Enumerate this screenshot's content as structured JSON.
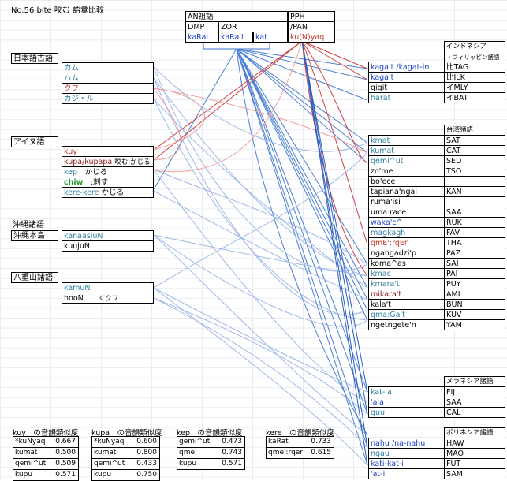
{
  "title": "No.56 bite 咬む 語彙比較",
  "an": {
    "header": "AN祖語",
    "dmp": "DMP",
    "zor": "ZOR",
    "pph": "PPH",
    "pan": "/PAN",
    "words": [
      "kaRat",
      "kaRa't",
      "kat",
      "ku(N)yaq"
    ]
  },
  "groups": [
    {
      "label": "日本語古語",
      "words": [
        "カム",
        "ハム",
        "クフ",
        "カジ・ル"
      ]
    },
    {
      "label": "アイヌ語",
      "words": [
        "kuy",
        "kupa/kupapa",
        "kep",
        "chiw",
        "kere-kere"
      ],
      "notes": [
        "",
        "咬む;かじる",
        "かじる",
        ":刺す",
        "かじる"
      ]
    },
    {
      "label": "沖縄諸語",
      "sub": "沖縄本島",
      "words": [
        "kanaasjuN",
        "kuujuN"
      ]
    },
    {
      "label": "八重山諸語",
      "words": [
        "kamuN",
        "hooN"
      ],
      "notes": [
        "",
        "くクフ"
      ]
    }
  ],
  "right_groups": [
    {
      "label": "インドネシア\n・フィリッピン諸語",
      "label1": "インドネシア",
      "label2": "・フィリッピン諸語",
      "rows": [
        [
          "kaga't /kagat-in",
          "比TAG"
        ],
        [
          "kaga't",
          "比ILK"
        ],
        [
          "gigit",
          "イMLY"
        ],
        [
          "harat",
          "イBAT"
        ]
      ]
    },
    {
      "label": "台湾諸語",
      "rows": [
        [
          "kmat",
          "SAT"
        ],
        [
          "kumat",
          "CAT"
        ],
        [
          "qemi^ut",
          "SED"
        ],
        [
          "zo'me",
          "TSO"
        ],
        [
          "bo'ece",
          ""
        ],
        [
          "tapiana'ngai",
          "KAN"
        ],
        [
          "ruma'isi",
          ""
        ],
        [
          "uma:race",
          "SAA"
        ],
        [
          "waka'c^",
          "RUK"
        ],
        [
          "magkagh",
          "FAV"
        ],
        [
          "qmE':rqEr",
          "THA"
        ],
        [
          "ngangadzi'p",
          "PAZ"
        ],
        [
          "koma^as",
          "SAI"
        ],
        [
          "kmac",
          "PAI"
        ],
        [
          "kmara't",
          "PUY"
        ],
        [
          "mikara't",
          "AMI"
        ],
        [
          "kala't",
          "BUN"
        ],
        [
          "qma:Ga't",
          "KUV"
        ],
        [
          "ngetngete'n",
          "YAM"
        ]
      ]
    },
    {
      "label": "メラネシア諸語",
      "rows": [
        [
          "kat-ia",
          "FIJ"
        ],
        [
          "'ala",
          "SAA"
        ],
        [
          "guu",
          "CAL"
        ]
      ]
    },
    {
      "label": "ポリネシア諸語",
      "rows": [
        [
          "nahu /na-nahu",
          "HAW"
        ],
        [
          "ngau",
          "MAO"
        ],
        [
          "kati-kat-i",
          "FUT"
        ],
        [
          "'at-i",
          "SAM"
        ]
      ]
    }
  ],
  "similarity": [
    {
      "title": "kuy　の音韻類似度",
      "rows": [
        [
          "*kuNyaq",
          "0.667"
        ],
        [
          "kumat",
          "0.500"
        ],
        [
          "qemi^ut",
          "0.509"
        ],
        [
          "kupu",
          "0.571"
        ]
      ]
    },
    {
      "title": "kupa　の音韻類似度",
      "rows": [
        [
          "*kuNyaq",
          "0.600"
        ],
        [
          "kumat",
          "0.800"
        ],
        [
          "qemi^ut",
          "0.433"
        ],
        [
          "kupu",
          "0.750"
        ]
      ]
    },
    {
      "title": "kep　の音韻類似度",
      "rows": [
        [
          "gemi^ut",
          "0.473"
        ],
        [
          "qme'",
          "0.743"
        ],
        [
          "kupu",
          "0.571"
        ]
      ]
    },
    {
      "title": "kere　の音韻類似度",
      "rows": [
        [
          "kaRat",
          "0.733"
        ],
        [
          "qme':rqer",
          "0.615"
        ]
      ]
    }
  ],
  "colors": {
    "blue_line": "#4a7fd4",
    "light_blue_line": "#9fb9e6",
    "red_line": "#d04040",
    "pink_line": "#f0a0a0"
  }
}
